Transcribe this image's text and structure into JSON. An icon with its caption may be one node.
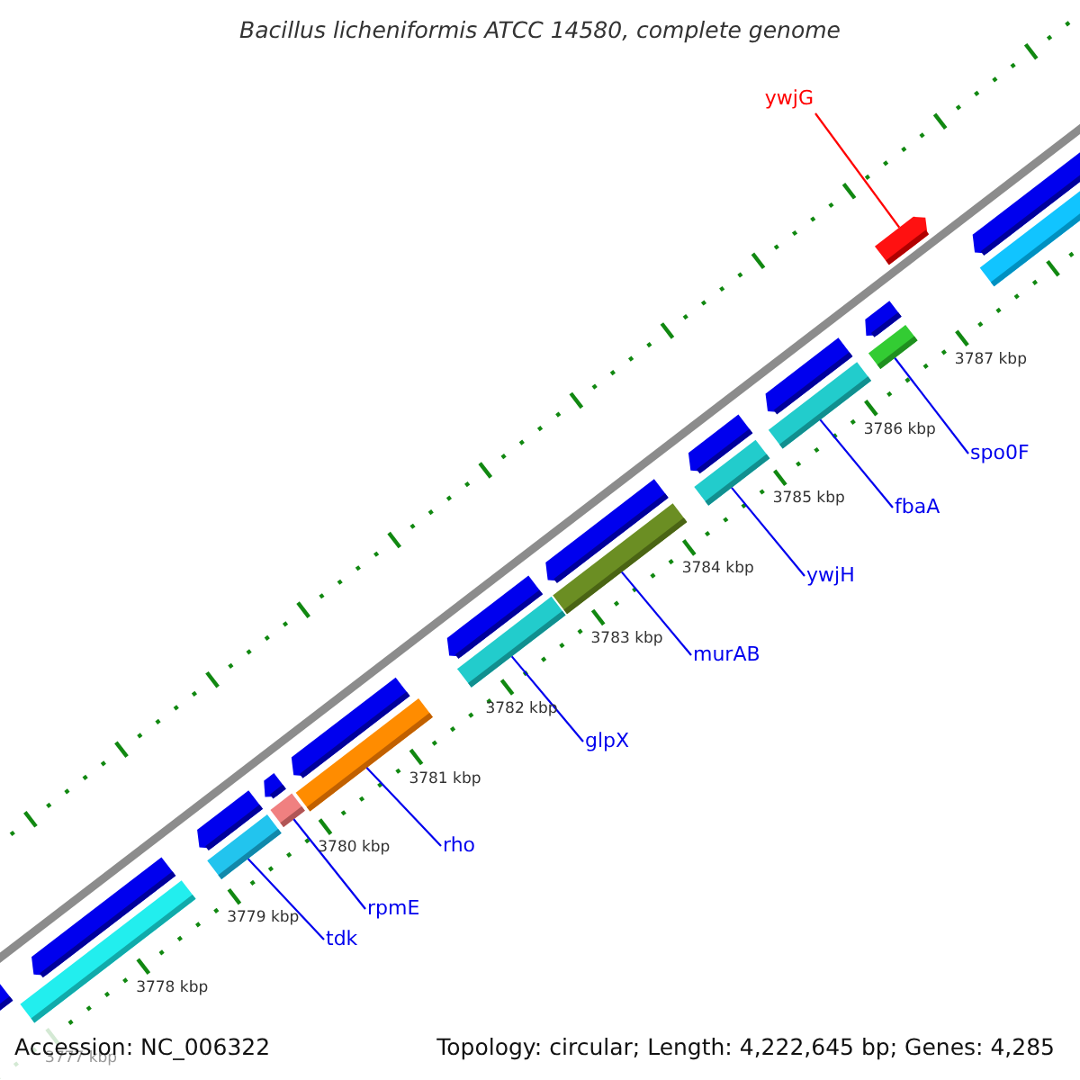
{
  "diagram": {
    "title": "Bacillus licheniformis ATCC 14580, complete genome",
    "nodes": [
      {
        "text": [
          "ywjG"
        ]
      },
      {
        "text": [
          "spo0F"
        ]
      },
      {
        "text": [
          "fbaA"
        ]
      },
      {
        "text": [
          "ywjH"
        ]
      },
      {
        "text": [
          "murAB"
        ]
      },
      {
        "text": [
          "glpX"
        ]
      },
      {
        "text": [
          "rho"
        ]
      },
      {
        "text": [
          "rpmE"
        ]
      },
      {
        "text": [
          "tdk"
        ]
      },
      {
        "text": [],
        "shape": "bar"
      },
      {
        "text": [],
        "shape": "bar"
      },
      {
        "text": [],
        "shape": "bar"
      },
      {
        "text": [],
        "shape": "bar"
      },
      {
        "text": [],
        "shape": "bar"
      },
      {
        "text": [],
        "shape": "bar"
      },
      {
        "text": [],
        "shape": "bar"
      },
      {
        "text": [],
        "shape": "bar"
      },
      {
        "text": [],
        "shape": "bar"
      },
      {
        "text": [],
        "shape": "bar"
      },
      {
        "text": [],
        "shape": "bar"
      },
      {
        "text": [],
        "shape": "bar"
      },
      {
        "text": [],
        "shape": "bar"
      },
      {
        "text": [],
        "shape": "bar"
      },
      {
        "text": [],
        "shape": "bar"
      },
      {
        "text": [],
        "shape": "bar"
      },
      {
        "text": [],
        "shape": "bar"
      },
      {
        "text": [],
        "shape": "bar"
      },
      {
        "text": [],
        "shape": "bar"
      },
      {
        "text": [],
        "shape": "bar"
      },
      {
        "text": [],
        "shape": "bar"
      },
      {
        "text": [],
        "shape": "bar"
      }
    ],
    "edges": [
      {
        "from": 0,
        "to": 28,
        "arrow": "none",
        "color": "#ff0000"
      },
      {
        "from": 1,
        "to": 27,
        "arrow": "none"
      },
      {
        "from": 2,
        "to": 25,
        "arrow": "none"
      },
      {
        "from": 3,
        "to": 23,
        "arrow": "none"
      },
      {
        "from": 4,
        "to": 21,
        "arrow": "none"
      },
      {
        "from": 5,
        "to": 19,
        "arrow": "none"
      },
      {
        "from": 6,
        "to": 17,
        "arrow": "none"
      },
      {
        "from": 7,
        "to": 15,
        "arrow": "none"
      },
      {
        "from": 8,
        "to": 13,
        "arrow": "none"
      }
    ],
    "labels": [
      "3787 kbp",
      "3786 kbp",
      "3785 kbp",
      "3784 kbp",
      "3783 kbp",
      "3782 kbp",
      "3781 kbp",
      "3780 kbp",
      "3779 kbp",
      "3778 kbp",
      "3777 kbp",
      "Accession: NC_006322",
      "Topology: circular; Length: 4,222,645 bp; Genes: 4,285"
    ]
  }
}
